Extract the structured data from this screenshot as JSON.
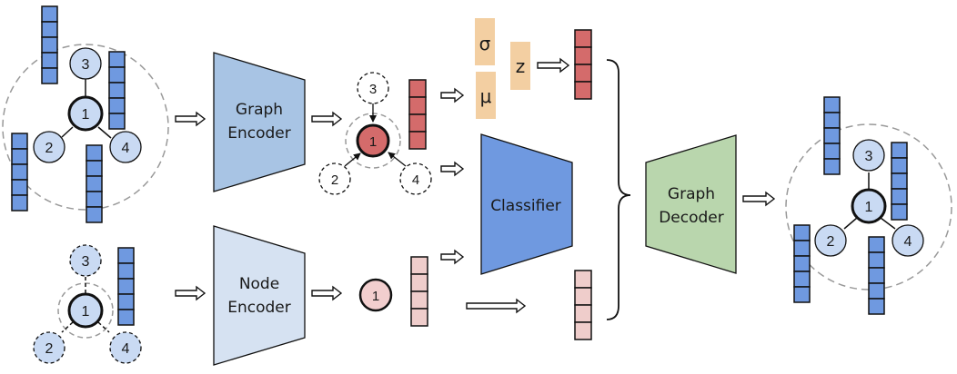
{
  "colors": {
    "node_fill": "#c9daf3",
    "feature_blue": "#6f99e0",
    "feature_red": "#d46b6b",
    "feature_pink": "#efcdcb",
    "node_red": "#d46b6b",
    "node_pink": "#f2cece",
    "graph_encoder": "#a8c4e4",
    "node_encoder": "#d6e2f2",
    "classifier": "#6f99e0",
    "graph_decoder": "#b9d6ad",
    "latent": "#f3cfa2",
    "dashed_gray": "#999999"
  },
  "modules": {
    "graph_encoder": {
      "line1": "Graph",
      "line2": "Encoder"
    },
    "node_encoder": {
      "line1": "Node",
      "line2": "Encoder"
    },
    "classifier": {
      "label": "Classifier"
    },
    "graph_decoder": {
      "line1": "Graph",
      "line2": "Decoder"
    }
  },
  "latent": {
    "sigma": "σ",
    "mu": "μ",
    "z": "z"
  },
  "input_graph": {
    "nodes": [
      "1",
      "2",
      "3",
      "4"
    ]
  },
  "input_node_graph": {
    "nodes": [
      "1",
      "2",
      "3",
      "4"
    ]
  },
  "encoded_graph": {
    "nodes": [
      "1",
      "2",
      "3",
      "4"
    ]
  },
  "encoded_node": {
    "nodes": [
      "1"
    ]
  },
  "output_graph": {
    "nodes": [
      "1",
      "2",
      "3",
      "4"
    ]
  }
}
